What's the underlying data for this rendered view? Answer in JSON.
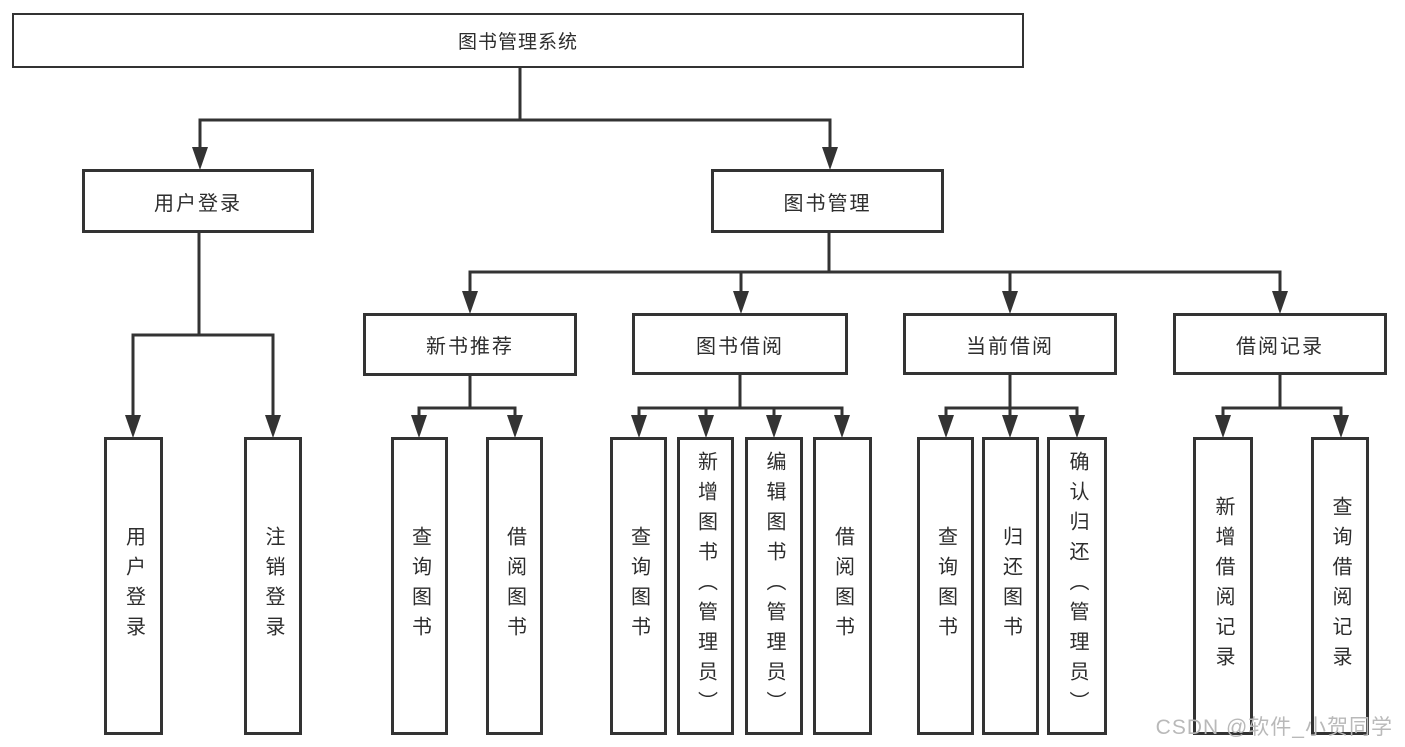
{
  "colors": {
    "line": "#333333",
    "text": "#2d2d2d",
    "watermark": "#b9b9b9",
    "background": "#ffffff"
  },
  "tree": {
    "root": {
      "label": "图书管理系统",
      "children": [
        {
          "label": "用户登录",
          "children": [
            {
              "label": "用户登录"
            },
            {
              "label": "注销登录"
            }
          ]
        },
        {
          "label": "图书管理",
          "children": [
            {
              "label": "新书推荐",
              "children": [
                {
                  "label": "查询图书"
                },
                {
                  "label": "借阅图书"
                }
              ]
            },
            {
              "label": "图书借阅",
              "children": [
                {
                  "label": "查询图书"
                },
                {
                  "label": "新增图书（管理员）"
                },
                {
                  "label": "编辑图书（管理员）"
                },
                {
                  "label": "借阅图书"
                }
              ]
            },
            {
              "label": "当前借阅",
              "children": [
                {
                  "label": "查询图书"
                },
                {
                  "label": "归还图书"
                },
                {
                  "label": "确认归还（管理员）"
                }
              ]
            },
            {
              "label": "借阅记录",
              "children": [
                {
                  "label": "新增借阅记录"
                },
                {
                  "label": "查询借阅记录"
                }
              ]
            }
          ]
        }
      ]
    }
  },
  "watermark": {
    "text": "CSDN @软件_小贺同学"
  }
}
